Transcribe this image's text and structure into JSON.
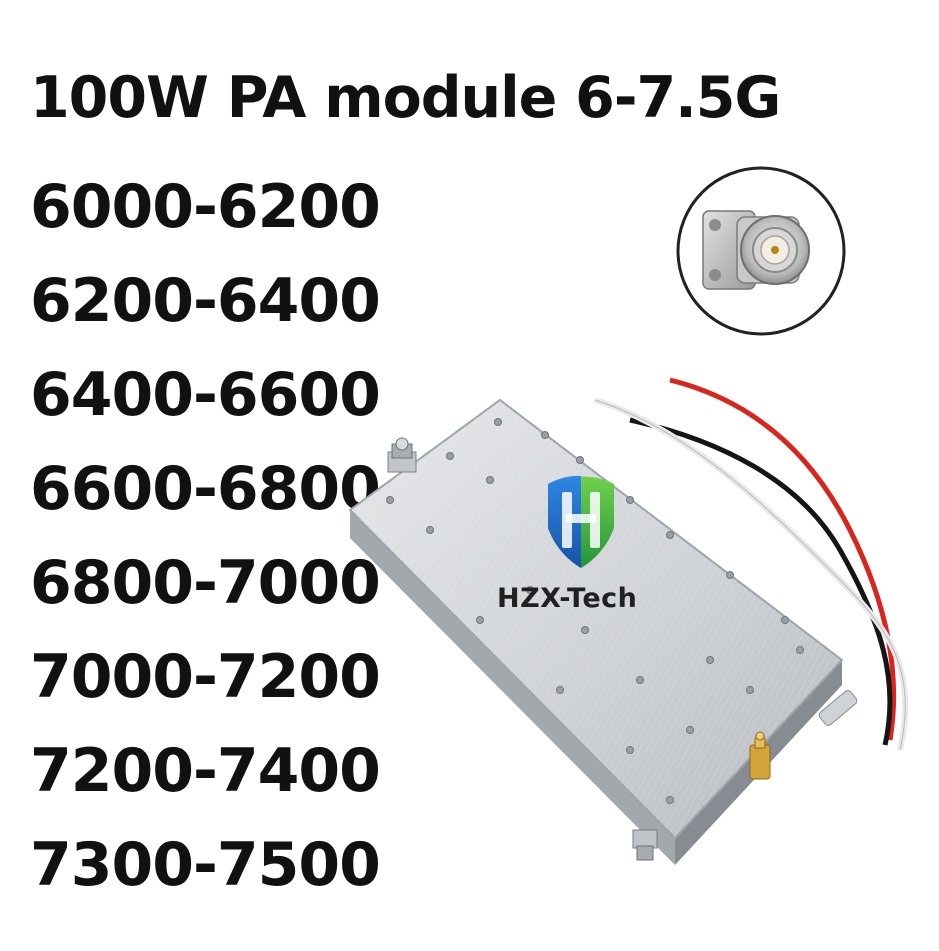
{
  "title": "100W PA module 6-7.5G",
  "bands": [
    "6000-6200",
    "6200-6400",
    "6400-6600",
    "6600-6800",
    "6800-7000",
    "7000-7200",
    "7200-7400",
    "7300-7500"
  ],
  "brand": {
    "name": "HZX-Tech",
    "logo_letters": "H"
  },
  "colors": {
    "text": "#111111",
    "module_body": "#cfd2d6",
    "module_edge": "#9ea3a9",
    "wire_red": "#d8261d",
    "wire_black": "#151515",
    "wire_white": "#f4f4f4",
    "logo_blue": "#1f6fd6",
    "logo_green": "#36b34a"
  }
}
